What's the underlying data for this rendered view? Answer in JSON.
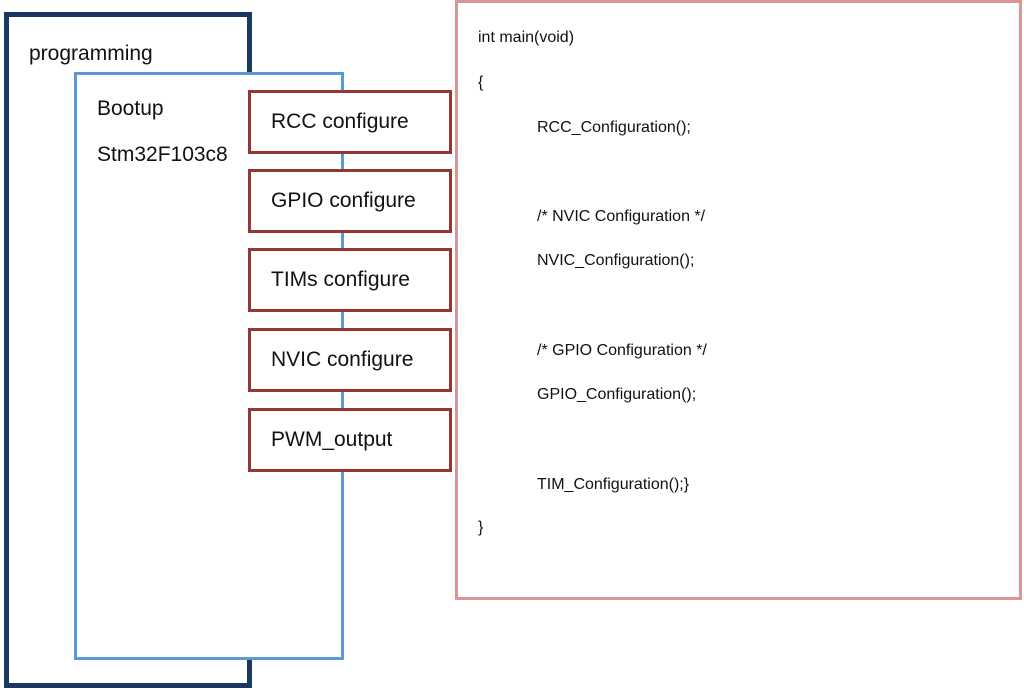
{
  "programming": {
    "label": "programming"
  },
  "bootup": {
    "label": "Bootup",
    "chip": "Stm32F103c8"
  },
  "steps": [
    {
      "label": "RCC configure"
    },
    {
      "label": "GPIO configure"
    },
    {
      "label": "TIMs configure"
    },
    {
      "label": "NVIC configure"
    },
    {
      "label": "PWM_output"
    }
  ],
  "code": {
    "lines": [
      "int main(void)",
      "{",
      "RCC_Configuration();",
      "/* NVIC Configuration */",
      "NVIC_Configuration();",
      "/* GPIO Configuration */",
      "GPIO_Configuration();",
      "TIM_Configuration();}",
      "}"
    ]
  },
  "colors": {
    "programming_border": "#1b365f",
    "bootup_border": "#5b9bd5",
    "step_border": "#943634",
    "code_border": "#d99694"
  }
}
